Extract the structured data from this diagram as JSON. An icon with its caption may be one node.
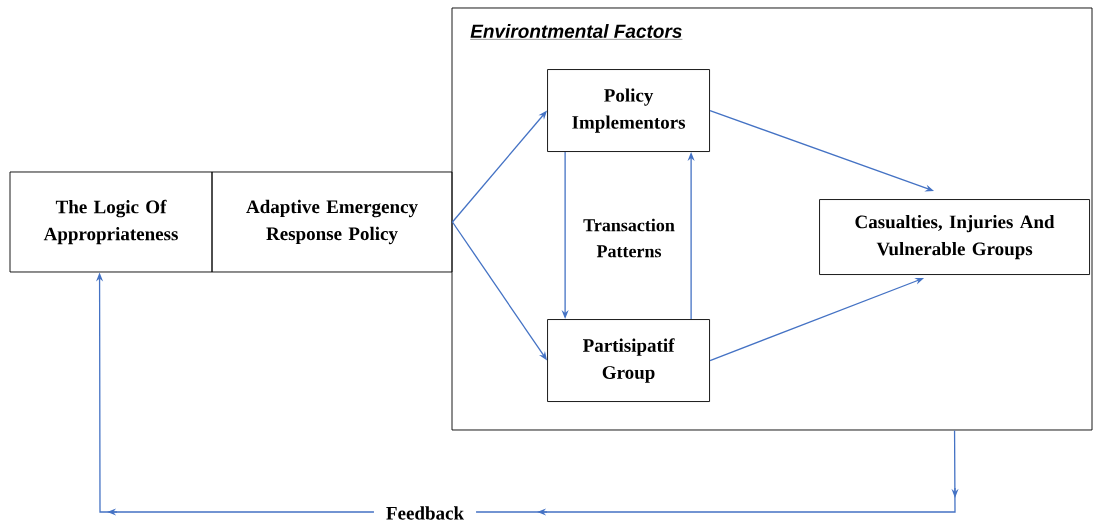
{
  "diagram": {
    "nodes": [
      {
        "text": [
          "The Logic Of Appropriateness"
        ]
      },
      {
        "text": [
          "Adaptive Emergency Response Policy"
        ]
      },
      {
        "text": [
          "Environtmental Factors"
        ]
      },
      {
        "text": [
          "Policy Implementors"
        ],
        "in": 2
      },
      {
        "text": [
          "Partisipatif Group"
        ],
        "in": 2
      },
      {
        "text": [
          "Casualties, Injuries And Vulnerable Groups"
        ],
        "in": 2
      }
    ],
    "edges": [
      {
        "from": 1,
        "to": 3,
        "arrow": "to"
      },
      {
        "from": 1,
        "to": 4,
        "arrow": "to"
      },
      {
        "from": 3,
        "to": 4,
        "arrow": "to"
      },
      {
        "from": 4,
        "to": 3,
        "arrow": "to"
      },
      {
        "from": 3,
        "to": 5,
        "arrow": "to"
      },
      {
        "from": 4,
        "to": 5,
        "arrow": "to"
      },
      {
        "from": 2,
        "to": 0,
        "arrow": "to",
        "label": "Feedback"
      }
    ],
    "labels": [
      "Transaction Patterns"
    ]
  }
}
